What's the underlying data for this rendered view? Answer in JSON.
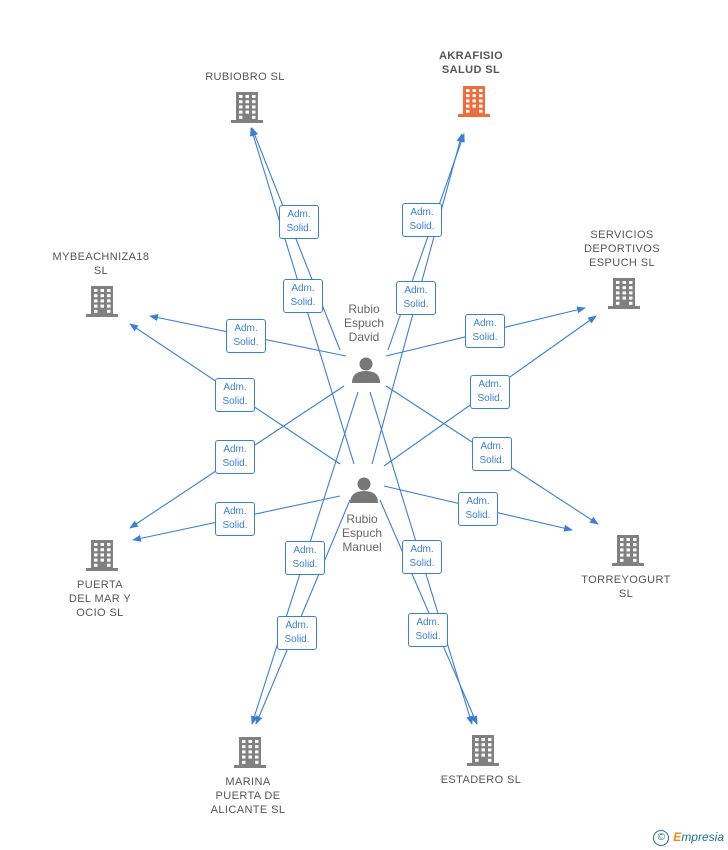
{
  "colors": {
    "edge": "#3a7fd5",
    "company": "#808080",
    "company_main": "#f26b3a",
    "person": "#777777"
  },
  "persons": [
    {
      "id": "david",
      "name": "Rubio\nEspuch\nDavid",
      "icon": "person-icon"
    },
    {
      "id": "manuel",
      "name": "Rubio\nEspuch\nManuel",
      "icon": "person-icon"
    }
  ],
  "companies": [
    {
      "id": "rubiobro",
      "name": "RUBIOBRO  SL",
      "icon": "building-icon",
      "main": false
    },
    {
      "id": "akrafisio",
      "name": "AKRAFISIO\nSALUD  SL",
      "icon": "building-icon",
      "main": true
    },
    {
      "id": "mybeach",
      "name": "MYBEACHNIZA18\nSL",
      "icon": "building-icon",
      "main": false
    },
    {
      "id": "servicios",
      "name": "SERVICIOS\nDEPORTIVOS\nESPUCH  SL",
      "icon": "building-icon",
      "main": false
    },
    {
      "id": "puerta",
      "name": "PUERTA\nDEL MAR Y\nOCIO  SL",
      "icon": "building-icon",
      "main": false
    },
    {
      "id": "torreyogurt",
      "name": "TORREYOGURT SL",
      "icon": "building-icon",
      "main": false
    },
    {
      "id": "marina",
      "name": "MARINA\nPUERTA DE\nALICANTE  SL",
      "icon": "building-icon",
      "main": false
    },
    {
      "id": "estadero",
      "name": "ESTADERO  SL",
      "icon": "building-icon",
      "main": false
    }
  ],
  "edges": [
    {
      "from": "david",
      "to": "rubiobro",
      "label": "Adm.\nSolid."
    },
    {
      "from": "manuel",
      "to": "rubiobro",
      "label": "Adm.\nSolid."
    },
    {
      "from": "david",
      "to": "akrafisio",
      "label": "Adm.\nSolid."
    },
    {
      "from": "manuel",
      "to": "akrafisio",
      "label": "Adm.\nSolid."
    },
    {
      "from": "david",
      "to": "mybeach",
      "label": "Adm.\nSolid."
    },
    {
      "from": "manuel",
      "to": "mybeach",
      "label": "Adm.\nSolid."
    },
    {
      "from": "david",
      "to": "servicios",
      "label": "Adm.\nSolid."
    },
    {
      "from": "manuel",
      "to": "servicios",
      "label": "Adm.\nSolid."
    },
    {
      "from": "david",
      "to": "puerta",
      "label": "Adm.\nSolid."
    },
    {
      "from": "manuel",
      "to": "puerta",
      "label": "Adm.\nSolid."
    },
    {
      "from": "david",
      "to": "torreyogurt",
      "label": "Adm.\nSolid."
    },
    {
      "from": "manuel",
      "to": "torreyogurt",
      "label": "Adm.\nSolid."
    },
    {
      "from": "david",
      "to": "marina",
      "label": "Adm.\nSolid."
    },
    {
      "from": "manuel",
      "to": "marina",
      "label": "Adm.\nSolid."
    },
    {
      "from": "david",
      "to": "estadero",
      "label": "Adm.\nSolid."
    },
    {
      "from": "manuel",
      "to": "estadero",
      "label": "Adm.\nSolid."
    }
  ],
  "footer": {
    "copyright": "©",
    "brand_first": "E",
    "brand_rest": "mpresia"
  }
}
